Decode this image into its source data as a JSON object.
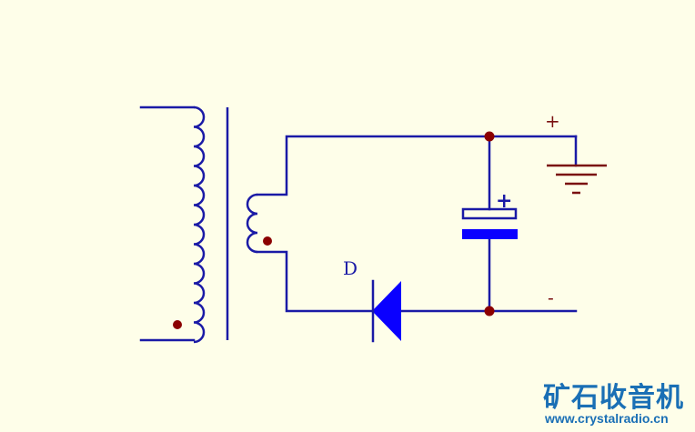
{
  "diagram": {
    "labels": {
      "diode": "D",
      "output_positive": "+",
      "output_negative": "-",
      "capacitor_polarity": "+"
    }
  },
  "watermark": {
    "site_name": "矿石收音机",
    "url": "www.crystalradio.cn"
  },
  "colors": {
    "background": "#fefee9",
    "wire": "#1a1aa6",
    "component_fill": "#0a00ff",
    "ground": "#7a1010",
    "junction": "#8b0000",
    "watermark": "#1a6fb5"
  }
}
